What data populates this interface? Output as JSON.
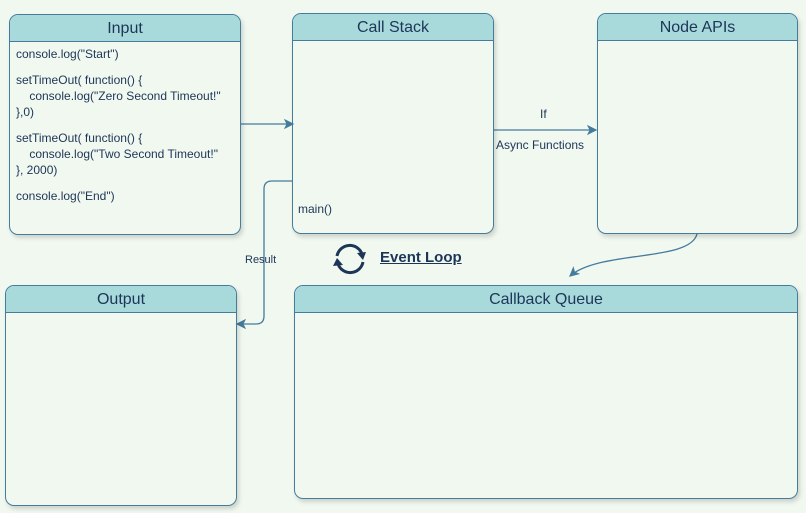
{
  "input": {
    "title": "Input",
    "code": [
      "console.log(\"Start\")",
      "setTimeOut( function() {\n    console.log(\"Zero Second Timeout!\"\n},0)",
      "setTimeOut( function() {\n    console.log(\"Two Second Timeout!\"\n}, 2000)",
      "console.log(\"End\")"
    ]
  },
  "call_stack": {
    "title": "Call Stack",
    "item": "main()"
  },
  "node_apis": {
    "title": "Node APIs"
  },
  "output": {
    "title": "Output"
  },
  "callback_queue": {
    "title": "Callback Queue"
  },
  "edges": {
    "if_label": "If",
    "async_label": "Async Functions",
    "result_label": "Result"
  },
  "event_loop": {
    "label": "Event Loop",
    "icon": "refresh-icon"
  },
  "colors": {
    "header": "#a8dadc",
    "border": "#457b9d",
    "text": "#1d3557",
    "background": "#f0f8ef"
  }
}
